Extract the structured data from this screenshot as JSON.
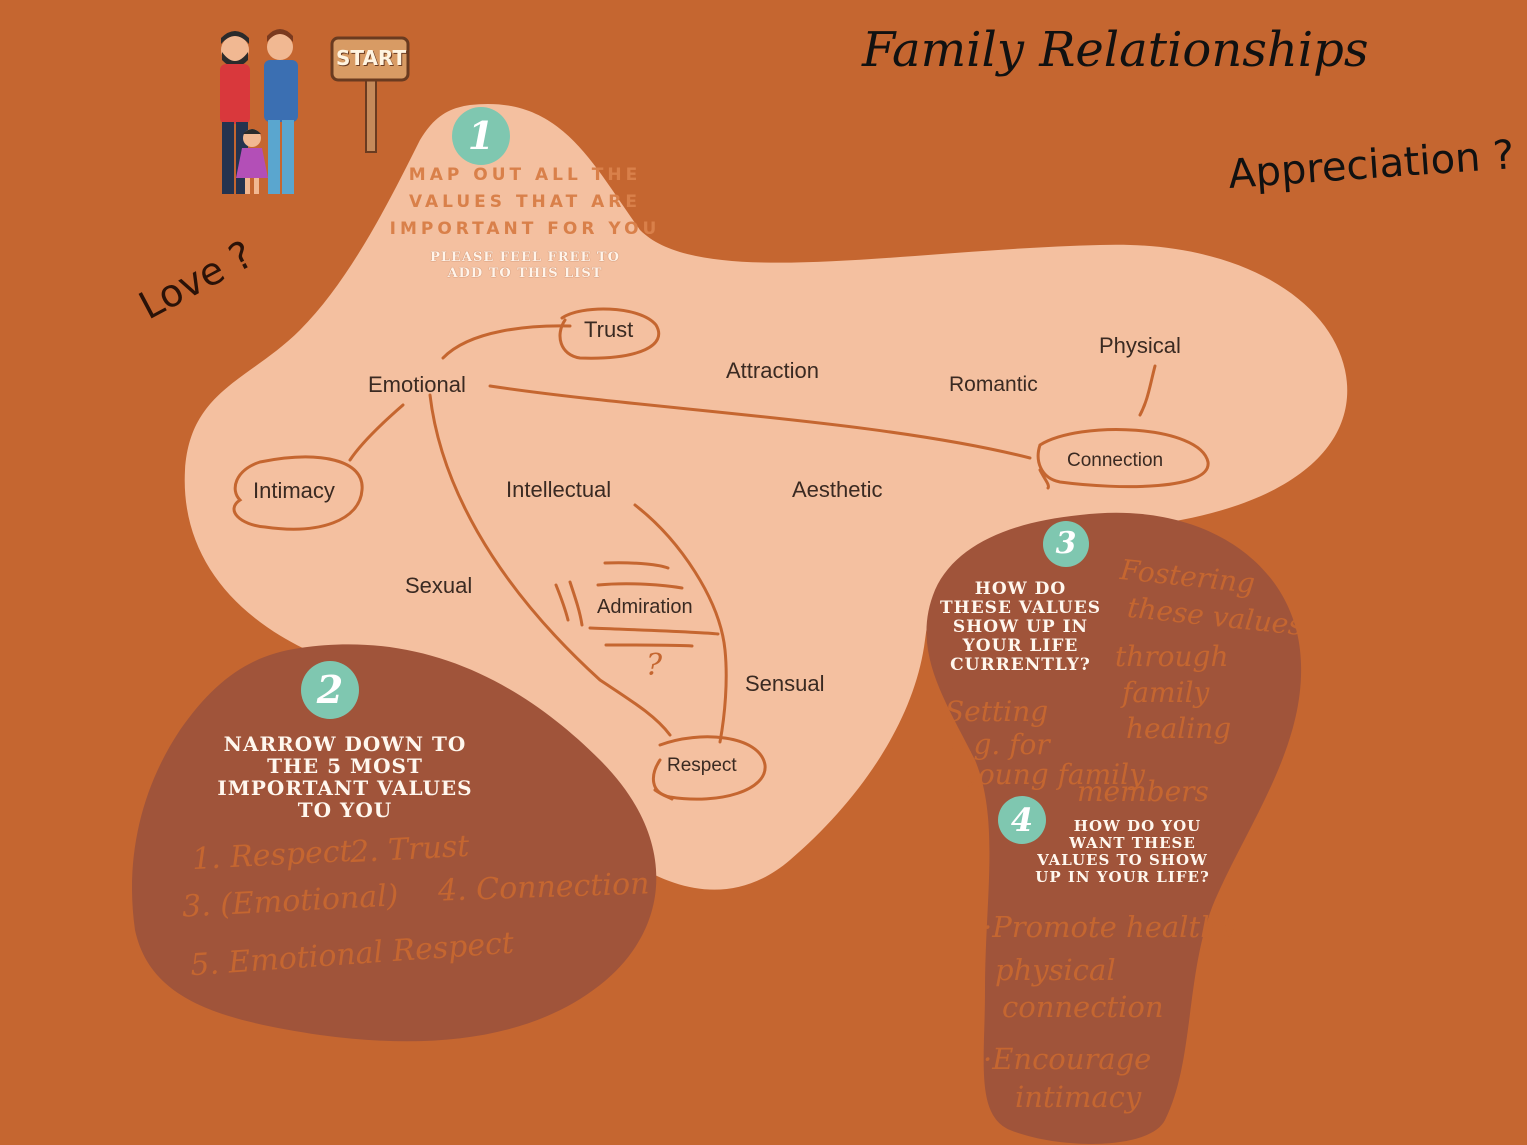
{
  "title": "Family Relationships",
  "sign_text": "START",
  "annotations": {
    "appreciation": "Appreciation ?",
    "love": "Love ?"
  },
  "step1": {
    "number": "1",
    "heading": [
      "MAP OUT ALL THE",
      "VALUES THAT ARE",
      "IMPORTANT FOR YOU"
    ],
    "subheading": [
      "PLEASE FEEL FREE TO",
      "ADD TO THIS LIST"
    ]
  },
  "values": {
    "trust": "Trust",
    "emotional": "Emotional",
    "attraction": "Attraction",
    "romantic": "Romantic",
    "physical": "Physical",
    "connection": "Connection",
    "intimacy": "Intimacy",
    "intellectual": "Intellectual",
    "aesthetic": "Aesthetic",
    "sexual": "Sexual",
    "admiration": "Admiration",
    "sensual": "Sensual",
    "respect": "Respect",
    "question_mark": "?"
  },
  "step2": {
    "number": "2",
    "heading": [
      "NARROW DOWN TO",
      "THE 5 MOST",
      "IMPORTANT VALUES",
      "TO YOU"
    ],
    "answers": [
      "1. Respect",
      "2. Trust",
      "3. (Emotional)",
      "4. Connection",
      "5. Emotional Respect"
    ]
  },
  "step3": {
    "number": "3",
    "heading": [
      "HOW DO",
      "THESE VALUES",
      "SHOW UP IN",
      "YOUR LIFE",
      "CURRENTLY?"
    ],
    "answer_right": [
      "Fostering",
      "these values",
      "through",
      "family",
      "healing"
    ],
    "answer_left": [
      "Setting",
      "e.g. for",
      "young family",
      "members"
    ]
  },
  "step4": {
    "number": "4",
    "heading": [
      "HOW DO YOU",
      "WANT THESE",
      "VALUES TO SHOW",
      "UP IN YOUR LIFE?"
    ],
    "answers": [
      "·Promote healthy",
      "physical",
      "connection",
      "·Encourage",
      "intimacy"
    ]
  },
  "colors": {
    "background": "#c56630",
    "blob_light": "#f4c0a0",
    "blob_dark": "#a0543a",
    "ink": "#c56630",
    "step_badge": "#7fc7b0"
  }
}
